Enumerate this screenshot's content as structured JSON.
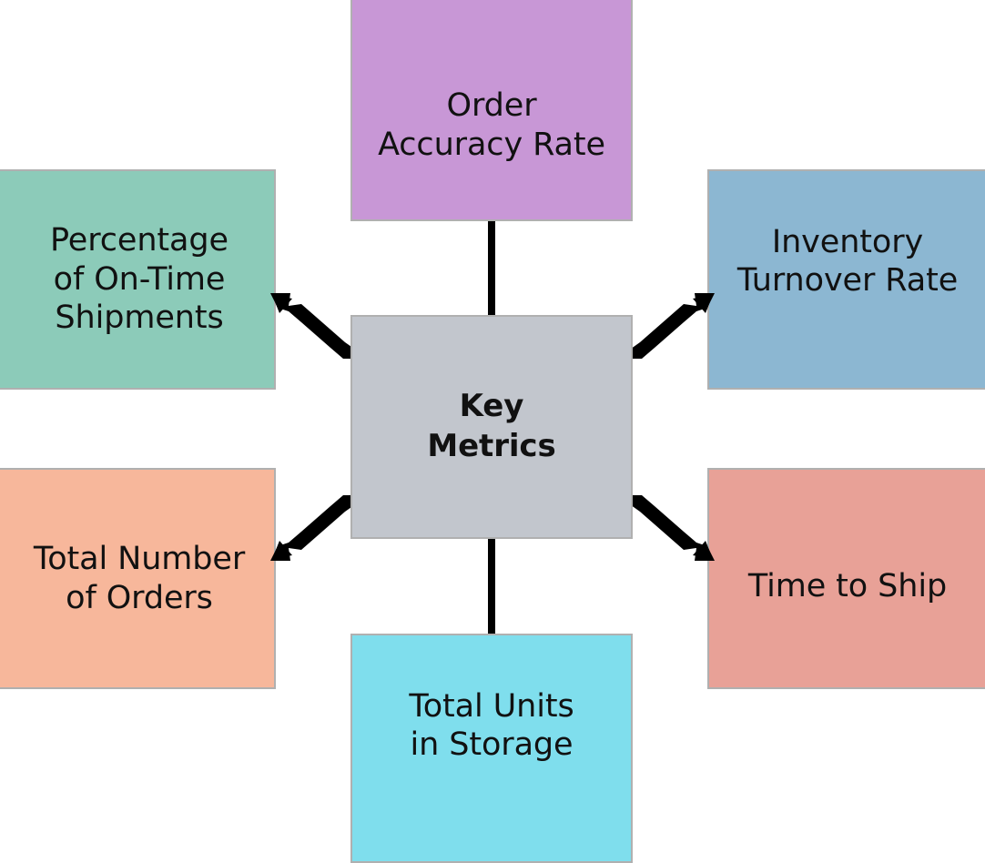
{
  "diagram": {
    "type": "hub-and-spoke",
    "title": "Key Metrics",
    "center": {
      "id": "key-metrics",
      "label": "Key\nMetrics",
      "color": "#c2c6cd"
    },
    "nodes": [
      {
        "id": "order-accuracy",
        "label": "Order\nAccuracy Rate",
        "color": "#c897d6",
        "position": "top",
        "connector": "line"
      },
      {
        "id": "on-time-shipments",
        "label": "Percentage\nof On-Time\nShipments",
        "color": "#8ccbb9",
        "position": "top-left",
        "connector": "arrow"
      },
      {
        "id": "inventory-turnover",
        "label": "Inventory\nTurnover Rate",
        "color": "#8cb7d2",
        "position": "top-right",
        "connector": "arrow"
      },
      {
        "id": "total-orders",
        "label": "Total Number\nof Orders",
        "color": "#f7b79b",
        "position": "bottom-left",
        "connector": "arrow"
      },
      {
        "id": "time-to-ship",
        "label": "Time to Ship",
        "color": "#e8a197",
        "position": "bottom-right",
        "connector": "arrow"
      },
      {
        "id": "total-units-storage",
        "label": "Total Units\nin Storage",
        "color": "#7fdeed",
        "position": "bottom",
        "connector": "line"
      }
    ],
    "colors": {
      "background": "#ffffff",
      "connector": "#000000",
      "box_border": "#b0b0b0",
      "text": "#111111"
    }
  }
}
